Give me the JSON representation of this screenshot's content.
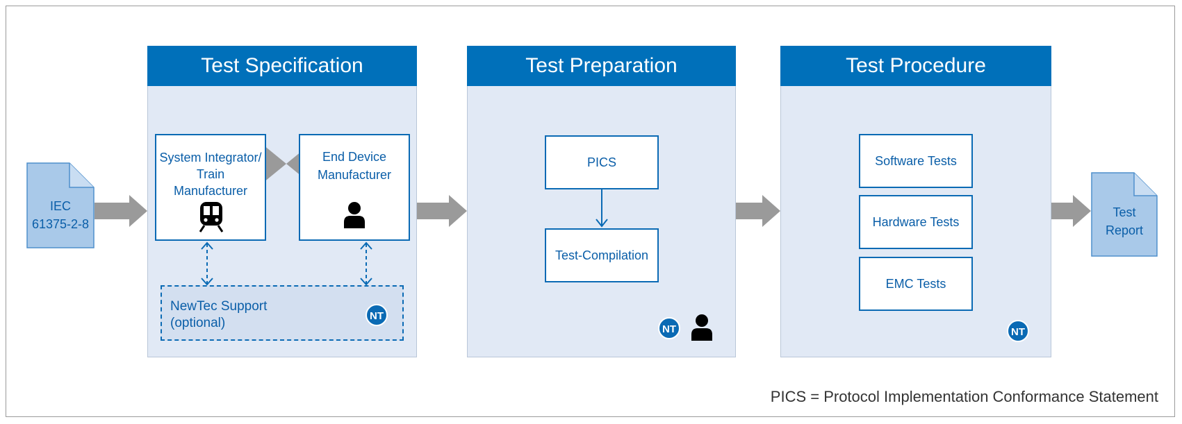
{
  "colors": {
    "header_blue": "#0070ba",
    "panel_bg": "#e1e9f5",
    "box_border": "#0a6ab4",
    "text_blue": "#0a5ea8",
    "doc_fill": "#a9c9e9",
    "arrow_gray": "#9a9a9a"
  },
  "input_document": {
    "line1": "IEC",
    "line2": "61375-2-8"
  },
  "output_document": {
    "line1": "Test",
    "line2": "Report"
  },
  "panels": {
    "specification": {
      "title": "Test Specification",
      "system_integrator": {
        "line1": "System Integrator/",
        "line2": "Train",
        "line3": "Manufacturer",
        "icon": "train-icon"
      },
      "end_device": {
        "line1": "End Device",
        "line2": "Manufacturer",
        "icon": "person-icon"
      },
      "support": {
        "line1": "NewTec Support",
        "line2": "(optional)",
        "icon": "newtec-logo"
      }
    },
    "preparation": {
      "title": "Test Preparation",
      "pics": "PICS",
      "compilation": "Test-Compilation",
      "icons": [
        "newtec-logo",
        "person-icon"
      ]
    },
    "procedure": {
      "title": "Test Procedure",
      "tests": [
        "Software Tests",
        "Hardware Tests",
        "EMC Tests"
      ],
      "icon": "newtec-logo"
    }
  },
  "footnote": "PICS = Protocol Implementation Conformance Statement",
  "logo_text": "NT"
}
